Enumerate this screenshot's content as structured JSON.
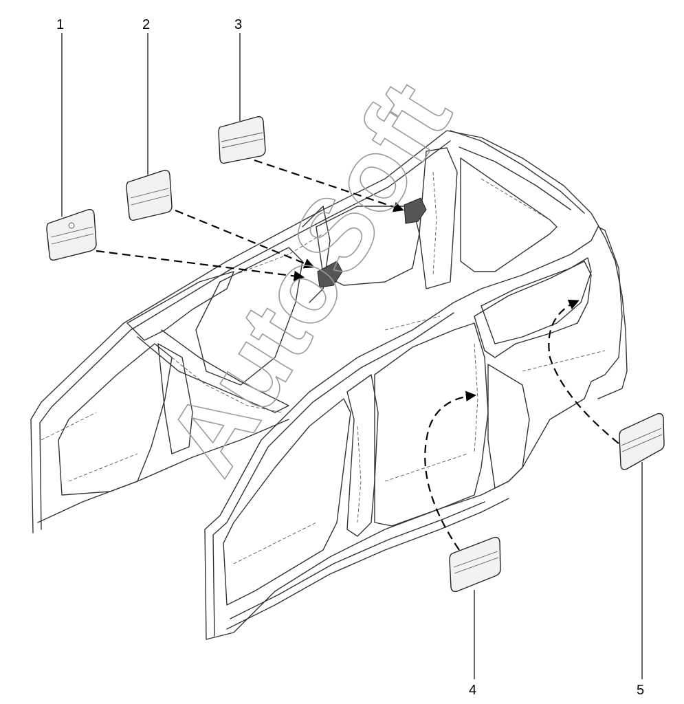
{
  "watermark": {
    "text": "AutoSoft",
    "color": "#9a9a9a"
  },
  "callouts": [
    {
      "id": "1",
      "label": "1"
    },
    {
      "id": "2",
      "label": "2"
    },
    {
      "id": "3",
      "label": "3"
    },
    {
      "id": "4",
      "label": "4"
    },
    {
      "id": "5",
      "label": "5"
    }
  ],
  "colors": {
    "line": "#333333",
    "patch_fill": "#f2f2f2",
    "background": "#ffffff"
  }
}
